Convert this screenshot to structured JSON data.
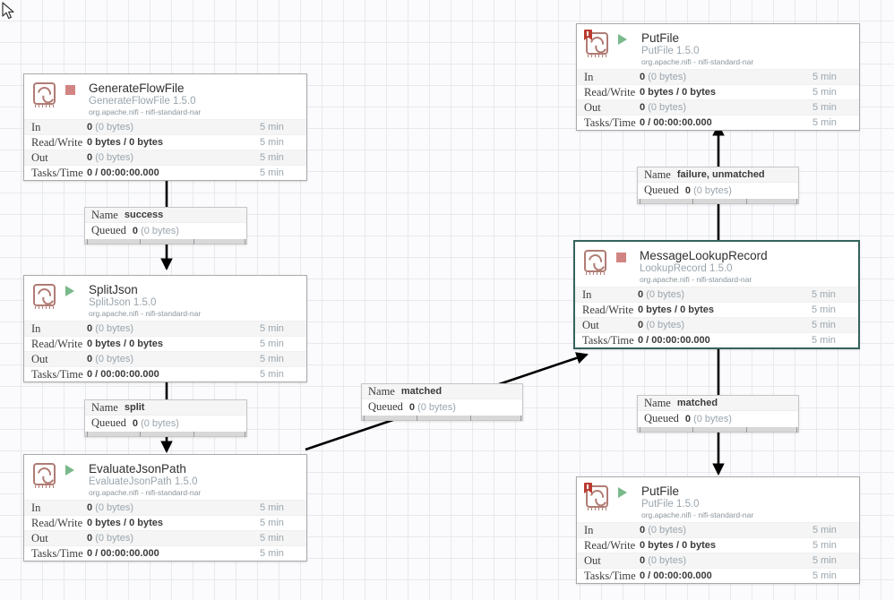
{
  "canvas": {
    "grid_size": 24,
    "background_color": "#fbfbfd",
    "grid_color": "#e6e9ee",
    "cursor_icon": "mouse-pointer-icon"
  },
  "colors": {
    "stopped": "#d18582",
    "running": "#7ab98b",
    "bulletin": "#ba3b30",
    "selected_border": "#36635c",
    "icon": "#b07c74",
    "muted_text": "#9aa5ad",
    "connection_line": "#000000"
  },
  "stat_labels": {
    "in": "In",
    "read_write": "Read/Write",
    "out": "Out",
    "tasks_time": "Tasks/Time"
  },
  "connection_labels": {
    "name": "Name",
    "queued": "Queued"
  },
  "processors": [
    {
      "id": "generateflowfile",
      "name": "GenerateFlowFile",
      "type": "GenerateFlowFile 1.5.0",
      "bundle": "org.apache.nifi - nifi-standard-nar",
      "state": "stopped",
      "state_icon": "stop-square-icon",
      "bulletin": false,
      "selected": false,
      "stats": {
        "in": "0 (0 bytes)",
        "in_value": "0",
        "in_bytes": "(0 bytes)",
        "read_write": "0 bytes / 0 bytes",
        "out_value": "0",
        "out_bytes": "(0 bytes)",
        "tasks_time": "0 / 00:00:00.000",
        "duration": "5 min"
      }
    },
    {
      "id": "splitjson",
      "name": "SplitJson",
      "type": "SplitJson 1.5.0",
      "bundle": "org.apache.nifi - nifi-standard-nar",
      "state": "running",
      "state_icon": "play-triangle-icon",
      "bulletin": false,
      "selected": false,
      "stats": {
        "in_value": "0",
        "in_bytes": "(0 bytes)",
        "read_write": "0 bytes / 0 bytes",
        "out_value": "0",
        "out_bytes": "(0 bytes)",
        "tasks_time": "0 / 00:00:00.000",
        "duration": "5 min"
      }
    },
    {
      "id": "evaluatejsonpath",
      "name": "EvaluateJsonPath",
      "type": "EvaluateJsonPath 1.5.0",
      "bundle": "org.apache.nifi - nifi-standard-nar",
      "state": "running",
      "state_icon": "play-triangle-icon",
      "bulletin": false,
      "selected": false,
      "stats": {
        "in_value": "0",
        "in_bytes": "(0 bytes)",
        "read_write": "0 bytes / 0 bytes",
        "out_value": "0",
        "out_bytes": "(0 bytes)",
        "tasks_time": "0 / 00:00:00.000",
        "duration": "5 min"
      }
    },
    {
      "id": "messagelookuprecord",
      "name": "MessageLookupRecord",
      "type": "LookupRecord 1.5.0",
      "bundle": "org.apache.nifi - nifi-standard-nar",
      "state": "stopped",
      "state_icon": "stop-square-icon",
      "bulletin": false,
      "selected": true,
      "stats": {
        "in_value": "0",
        "in_bytes": "(0 bytes)",
        "read_write": "0 bytes / 0 bytes",
        "out_value": "0",
        "out_bytes": "(0 bytes)",
        "tasks_time": "0 / 00:00:00.000",
        "duration": "5 min"
      }
    },
    {
      "id": "putfile-top",
      "name": "PutFile",
      "type": "PutFile 1.5.0",
      "bundle": "org.apache.nifi - nifi-standard-nar",
      "state": "running",
      "state_icon": "play-triangle-icon",
      "bulletin": true,
      "bulletin_icon": "bulletin-warning-icon",
      "selected": false,
      "stats": {
        "in_value": "0",
        "in_bytes": "(0 bytes)",
        "read_write": "0 bytes / 0 bytes",
        "out_value": "0",
        "out_bytes": "(0 bytes)",
        "tasks_time": "0 / 00:00:00.000",
        "duration": "5 min"
      }
    },
    {
      "id": "putfile-bottom",
      "name": "PutFile",
      "type": "PutFile 1.5.0",
      "bundle": "org.apache.nifi - nifi-standard-nar",
      "state": "running",
      "state_icon": "play-triangle-icon",
      "bulletin": true,
      "bulletin_icon": "bulletin-warning-icon",
      "selected": false,
      "stats": {
        "in_value": "0",
        "in_bytes": "(0 bytes)",
        "read_write": "0 bytes / 0 bytes",
        "out_value": "0",
        "out_bytes": "(0 bytes)",
        "tasks_time": "0 / 00:00:00.000",
        "duration": "5 min"
      }
    }
  ],
  "connections": [
    {
      "id": "success",
      "relationship": "success",
      "queued_value": "0",
      "queued_bytes": "(0 bytes)",
      "source": "GenerateFlowFile",
      "destination": "SplitJson"
    },
    {
      "id": "split",
      "relationship": "split",
      "queued_value": "0",
      "queued_bytes": "(0 bytes)",
      "source": "SplitJson",
      "destination": "EvaluateJsonPath"
    },
    {
      "id": "matched-left",
      "relationship": "matched",
      "queued_value": "0",
      "queued_bytes": "(0 bytes)",
      "source": "EvaluateJsonPath",
      "destination": "MessageLookupRecord"
    },
    {
      "id": "failure-unmatched",
      "relationship": "failure, unmatched",
      "queued_value": "0",
      "queued_bytes": "(0 bytes)",
      "source": "MessageLookupRecord",
      "destination": "PutFile"
    },
    {
      "id": "matched-right",
      "relationship": "matched",
      "queued_value": "0",
      "queued_bytes": "(0 bytes)",
      "source": "MessageLookupRecord",
      "destination": "PutFile"
    }
  ]
}
